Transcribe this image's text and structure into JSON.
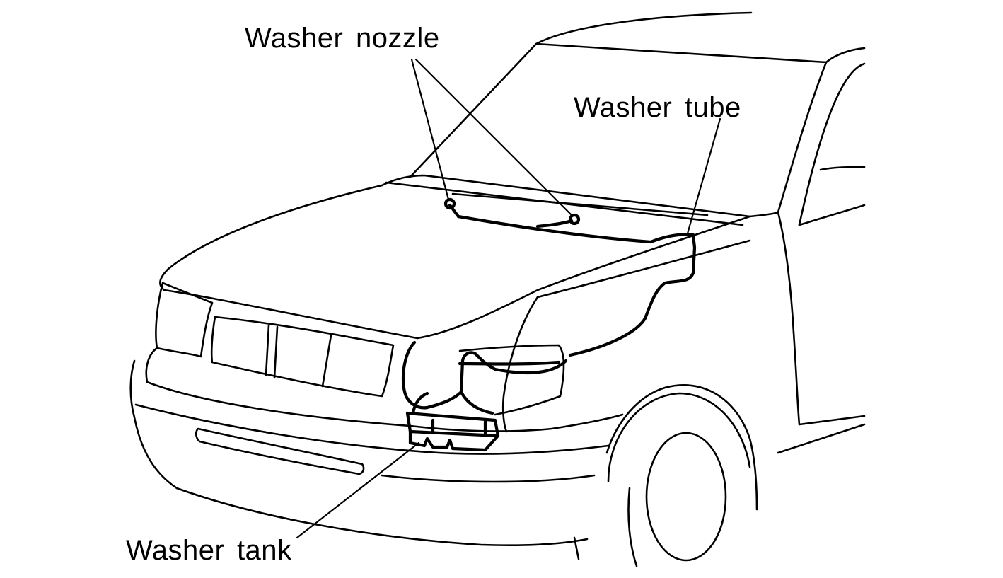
{
  "labels": {
    "washer_nozzle": "Washer nozzle",
    "washer_tube": "Washer tube",
    "washer_tank": "Washer tank"
  },
  "colors": {
    "line": "#000000",
    "background": "#ffffff"
  }
}
